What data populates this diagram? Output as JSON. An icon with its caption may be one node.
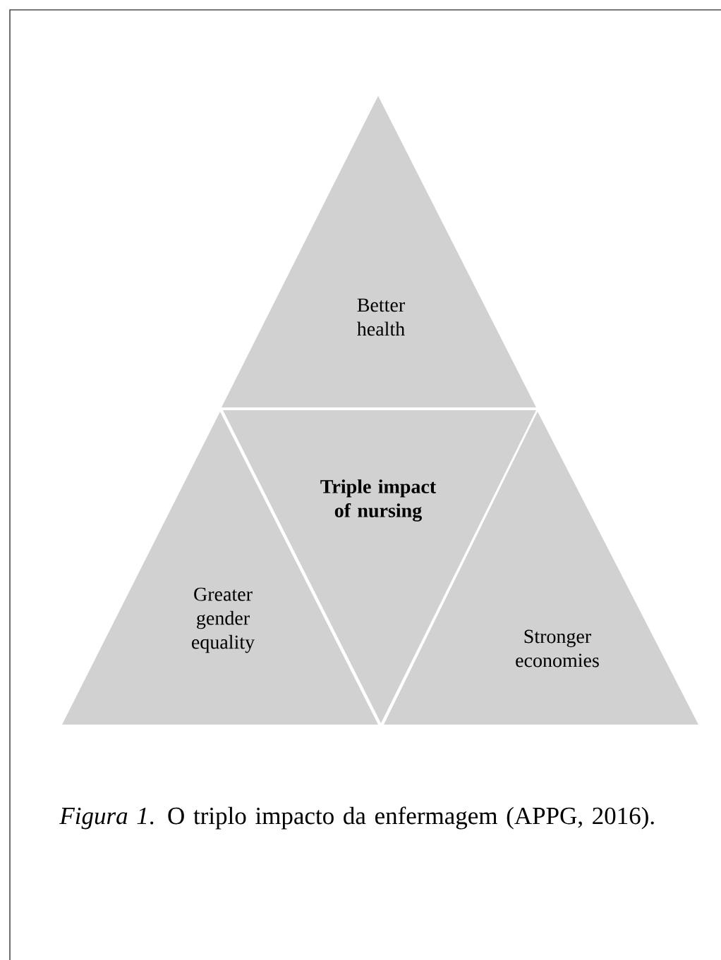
{
  "diagram": {
    "caption": "*Figura 1*. O triplo impacto da enfermagem (APPG, 2016).",
    "nodes": [
      {
        "text": [
          "Better health"
        ]
      },
      {
        "text": [
          "Greater gender equality"
        ]
      },
      {
        "text": [
          "Triple impact of nursing"
        ]
      },
      {
        "text": [
          "Stronger economies"
        ]
      }
    ]
  }
}
